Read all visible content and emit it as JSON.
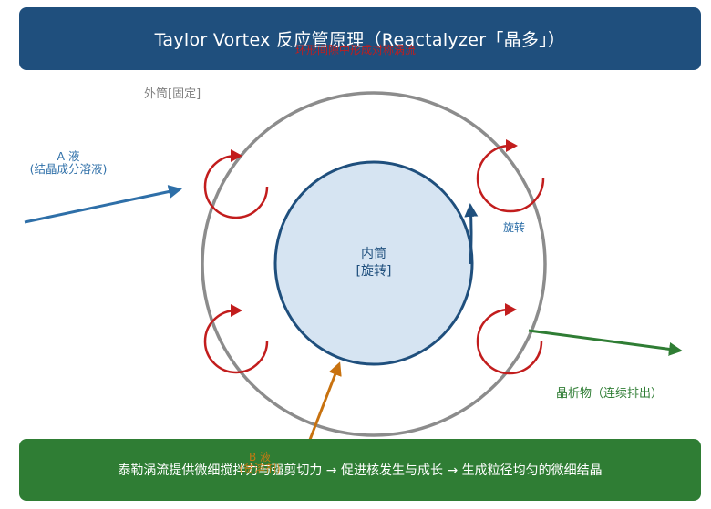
{
  "header": {
    "title": "Taylor Vortex 反应管原理（Reactalyzer「晶多」）",
    "overlay_subtitle": "环形间隙中形成对称涡流"
  },
  "labels": {
    "outer_cylinder": "外筒[固定]",
    "inner_cylinder_line1": "内筒",
    "inner_cylinder_line2": "[旋转]",
    "feed_a_line1": "A 液",
    "feed_a_line2": "(结晶成分溶液)",
    "rotation": "旋转",
    "output": "晶析物（连续排出）",
    "feed_b_line1": "B 液",
    "feed_b_line2": "(贫溶剂)"
  },
  "footer": {
    "summary": "泰勒涡流提供微细搅拌力与强剪切力 → 促进核发生与成长 → 生成粒径均匀的微细结晶"
  },
  "colors": {
    "header_bg": "#1f4f7d",
    "footer_bg": "#2f7d34",
    "outer_ring": "#8c8c8c",
    "inner_fill": "#d6e4f2",
    "inner_stroke": "#1f4f7d",
    "vortex": "#c21d1d",
    "feed_a": "#2e6fa8",
    "feed_b": "#c8720f",
    "output": "#2f7d34"
  },
  "icons": {
    "vortex": "circular-arrow-icon",
    "rotation": "curved-arrow-icon"
  }
}
